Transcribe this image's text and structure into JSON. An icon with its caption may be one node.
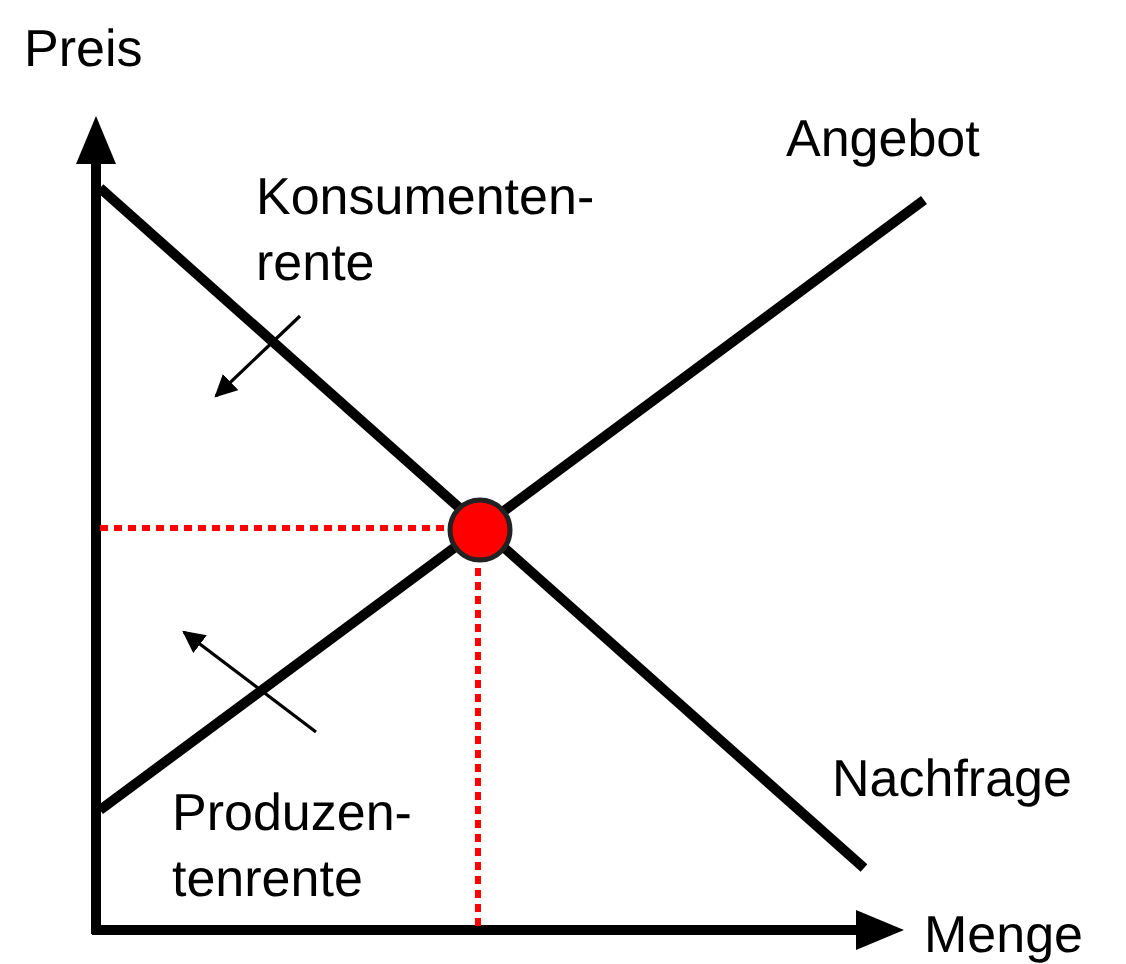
{
  "diagram": {
    "nodes": [
      {
        "text": [
          "Konsumenten- rente"
        ]
      },
      {
        "text": [
          "Produzen- tenrente"
        ]
      },
      {
        "text": [],
        "shape": "circle"
      }
    ],
    "edges": [
      {
        "from": 0,
        "to": null,
        "arrow": "to"
      },
      {
        "from": 1,
        "to": null,
        "arrow": "to"
      }
    ],
    "labels": [
      "Preis",
      "Angebot",
      "Nachfrage",
      "Menge"
    ]
  }
}
